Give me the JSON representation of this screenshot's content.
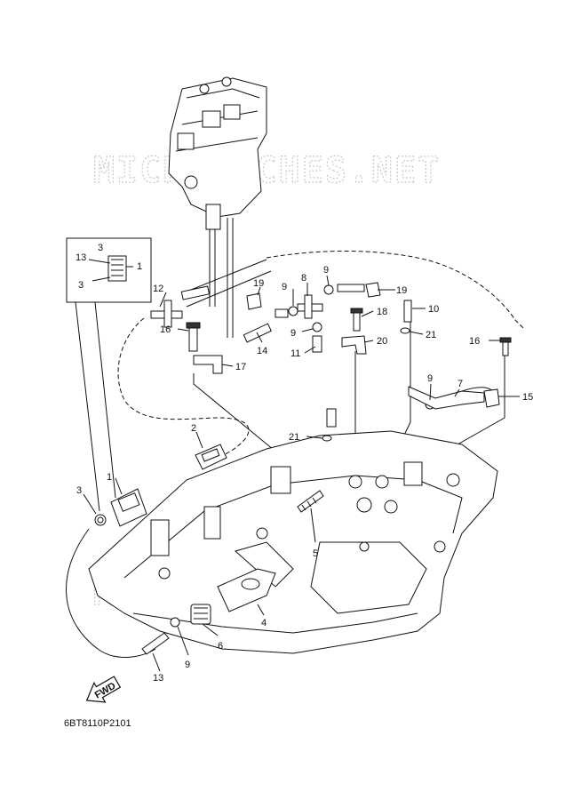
{
  "watermark": "MICROFICHES.NET",
  "diagram_code": "6BT8110P2101",
  "fwd_label": "FWD",
  "callouts": [
    "1",
    "2",
    "3",
    "4",
    "5",
    "6",
    "7",
    "8",
    "9",
    "10",
    "11",
    "12",
    "13",
    "14",
    "15",
    "16",
    "17",
    "18",
    "19",
    "20",
    "21"
  ],
  "inset_callouts": [
    "13",
    "3",
    "1",
    "3"
  ]
}
